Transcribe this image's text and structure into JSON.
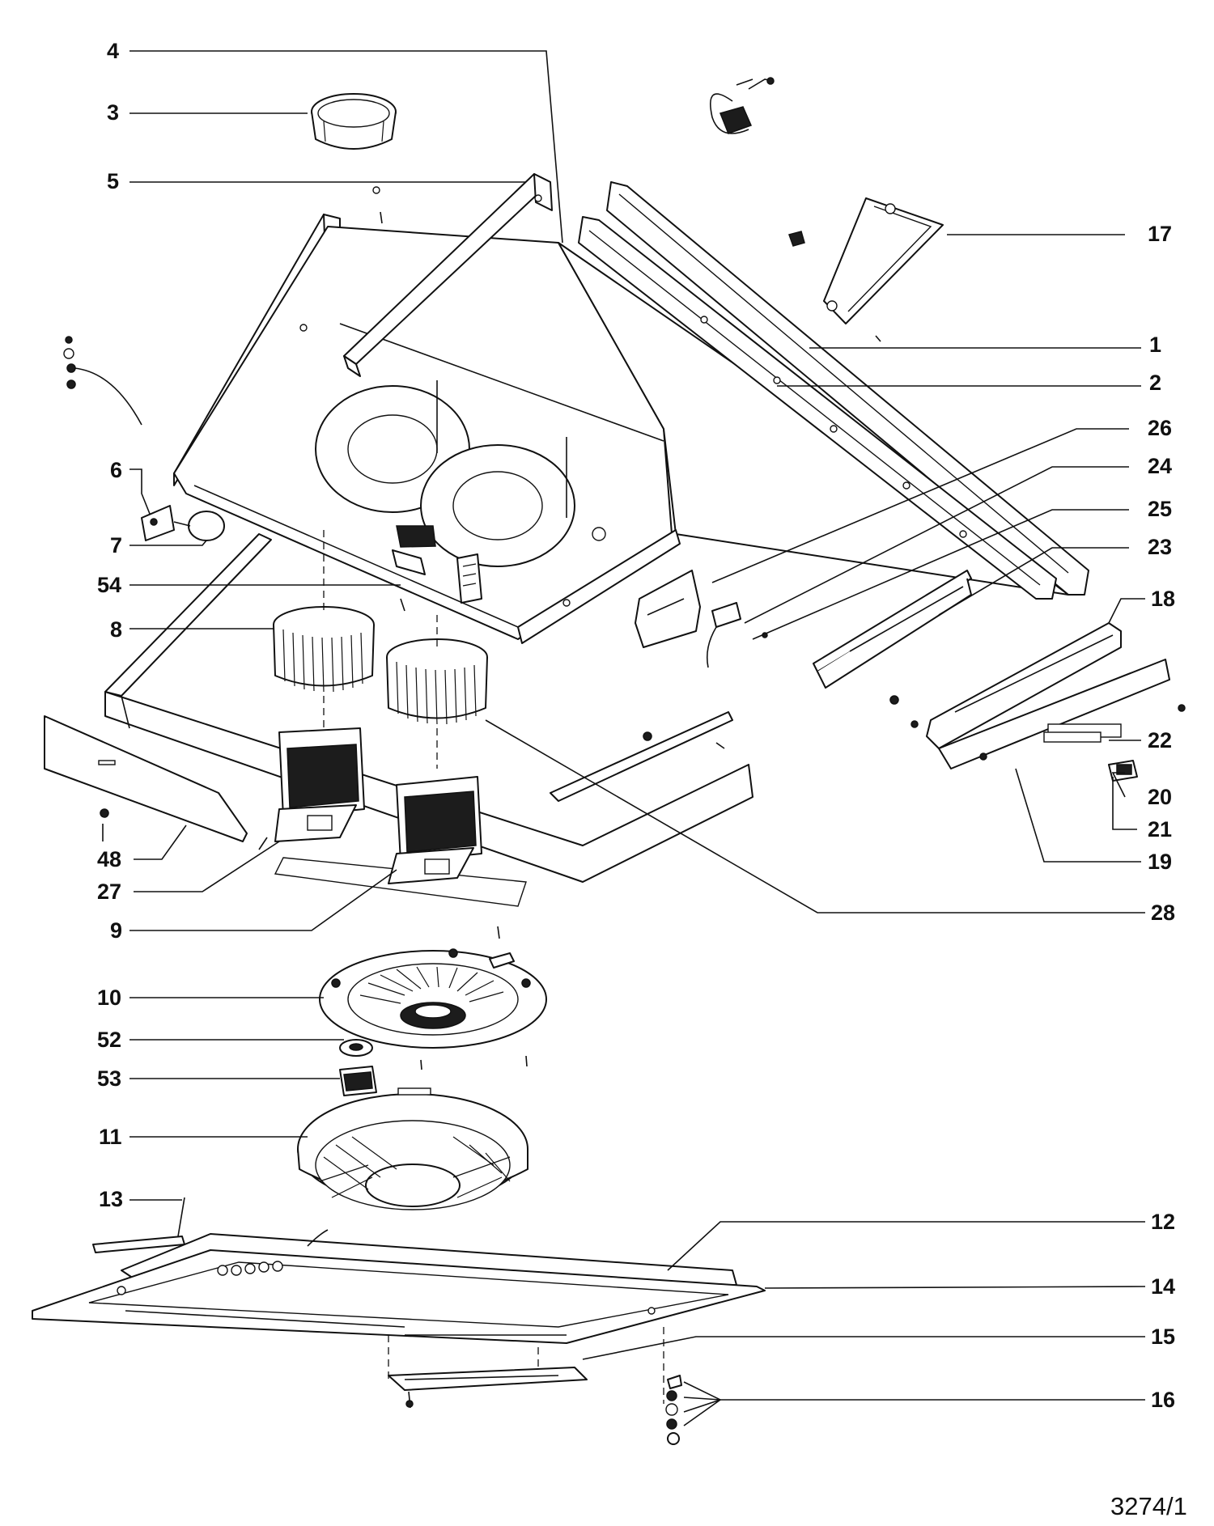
{
  "drawing": {
    "reference": "3274/1"
  },
  "callouts": [
    {
      "id": "1",
      "label": "1"
    },
    {
      "id": "2",
      "label": "2"
    },
    {
      "id": "3",
      "label": "3"
    },
    {
      "id": "4",
      "label": "4"
    },
    {
      "id": "5",
      "label": "5"
    },
    {
      "id": "6",
      "label": "6"
    },
    {
      "id": "7",
      "label": "7"
    },
    {
      "id": "8",
      "label": "8"
    },
    {
      "id": "9",
      "label": "9"
    },
    {
      "id": "10",
      "label": "10"
    },
    {
      "id": "11",
      "label": "11"
    },
    {
      "id": "12",
      "label": "12"
    },
    {
      "id": "13",
      "label": "13"
    },
    {
      "id": "14",
      "label": "14"
    },
    {
      "id": "15",
      "label": "15"
    },
    {
      "id": "16",
      "label": "16"
    },
    {
      "id": "17",
      "label": "17"
    },
    {
      "id": "18",
      "label": "18"
    },
    {
      "id": "19",
      "label": "19"
    },
    {
      "id": "20",
      "label": "20"
    },
    {
      "id": "21",
      "label": "21"
    },
    {
      "id": "22",
      "label": "22"
    },
    {
      "id": "23",
      "label": "23"
    },
    {
      "id": "24",
      "label": "24"
    },
    {
      "id": "25",
      "label": "25"
    },
    {
      "id": "26",
      "label": "26"
    },
    {
      "id": "27",
      "label": "27"
    },
    {
      "id": "28",
      "label": "28"
    },
    {
      "id": "48",
      "label": "48"
    },
    {
      "id": "52",
      "label": "52"
    },
    {
      "id": "53",
      "label": "53"
    },
    {
      "id": "54",
      "label": "54"
    }
  ]
}
